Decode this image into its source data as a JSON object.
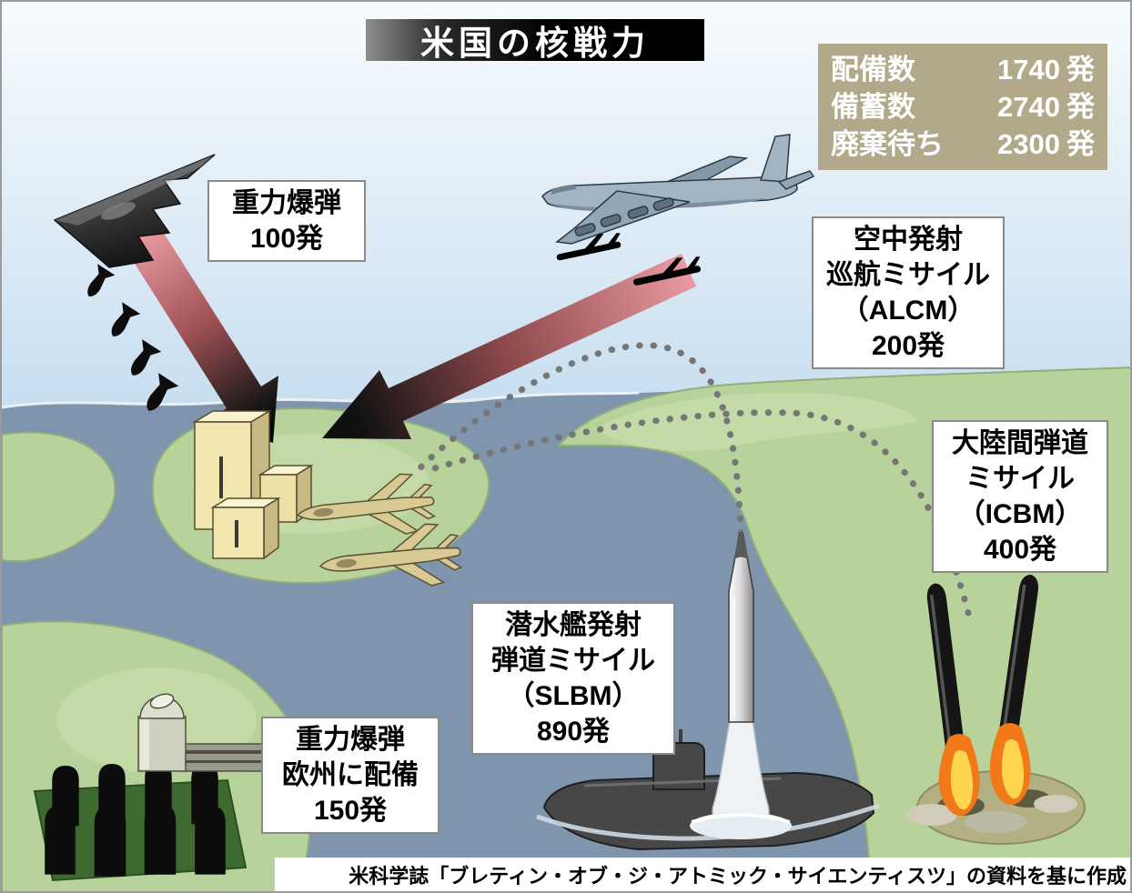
{
  "title": "米国の核戦力",
  "stats_panel": {
    "rows": [
      {
        "label": "配備数",
        "value": "1740",
        "unit": "発"
      },
      {
        "label": "備蓄数",
        "value": "2740",
        "unit": "発"
      },
      {
        "label": "廃棄待ち",
        "value": "2300",
        "unit": "発"
      }
    ]
  },
  "callouts": {
    "gravity_bomb": {
      "lines": [
        "重力爆弾",
        "100発"
      ]
    },
    "alcm": {
      "lines": [
        "空中発射",
        "巡航ミサイル",
        "（ALCM）",
        "200発"
      ]
    },
    "icbm": {
      "lines": [
        "大陸間弾道",
        "ミサイル",
        "（ICBM）",
        "400発"
      ]
    },
    "slbm": {
      "lines": [
        "潜水艦発射",
        "弾道ミサイル",
        "（SLBM）",
        "890発"
      ]
    },
    "gravity_bomb_europe": {
      "lines": [
        "重力爆弾",
        "欧州に配備",
        "150発"
      ]
    }
  },
  "source": "米科学誌「ブレティン・オブ・ジ・アトミック・サイエンティスツ」の資料を基に作成",
  "scene_elements": [
    "b2-stealth-bomber",
    "b52-bomber",
    "falling-gravity-bombs",
    "air-launched-cruise-missiles",
    "target-city-buildings",
    "fighter-jets",
    "submarine",
    "slbm-missile",
    "icbm-launch",
    "europe-bomb-stockpile",
    "radar-bunker"
  ],
  "colors": {
    "sea": "#7e95ad",
    "land": "#b7d29b",
    "panel_bg": "#b1a98a",
    "box_border": "#8a8a8a",
    "arrow_pink": "#e89aa0",
    "arrow_black": "#000000",
    "flame_outer": "#f2791a",
    "flame_inner": "#ffd54f"
  }
}
